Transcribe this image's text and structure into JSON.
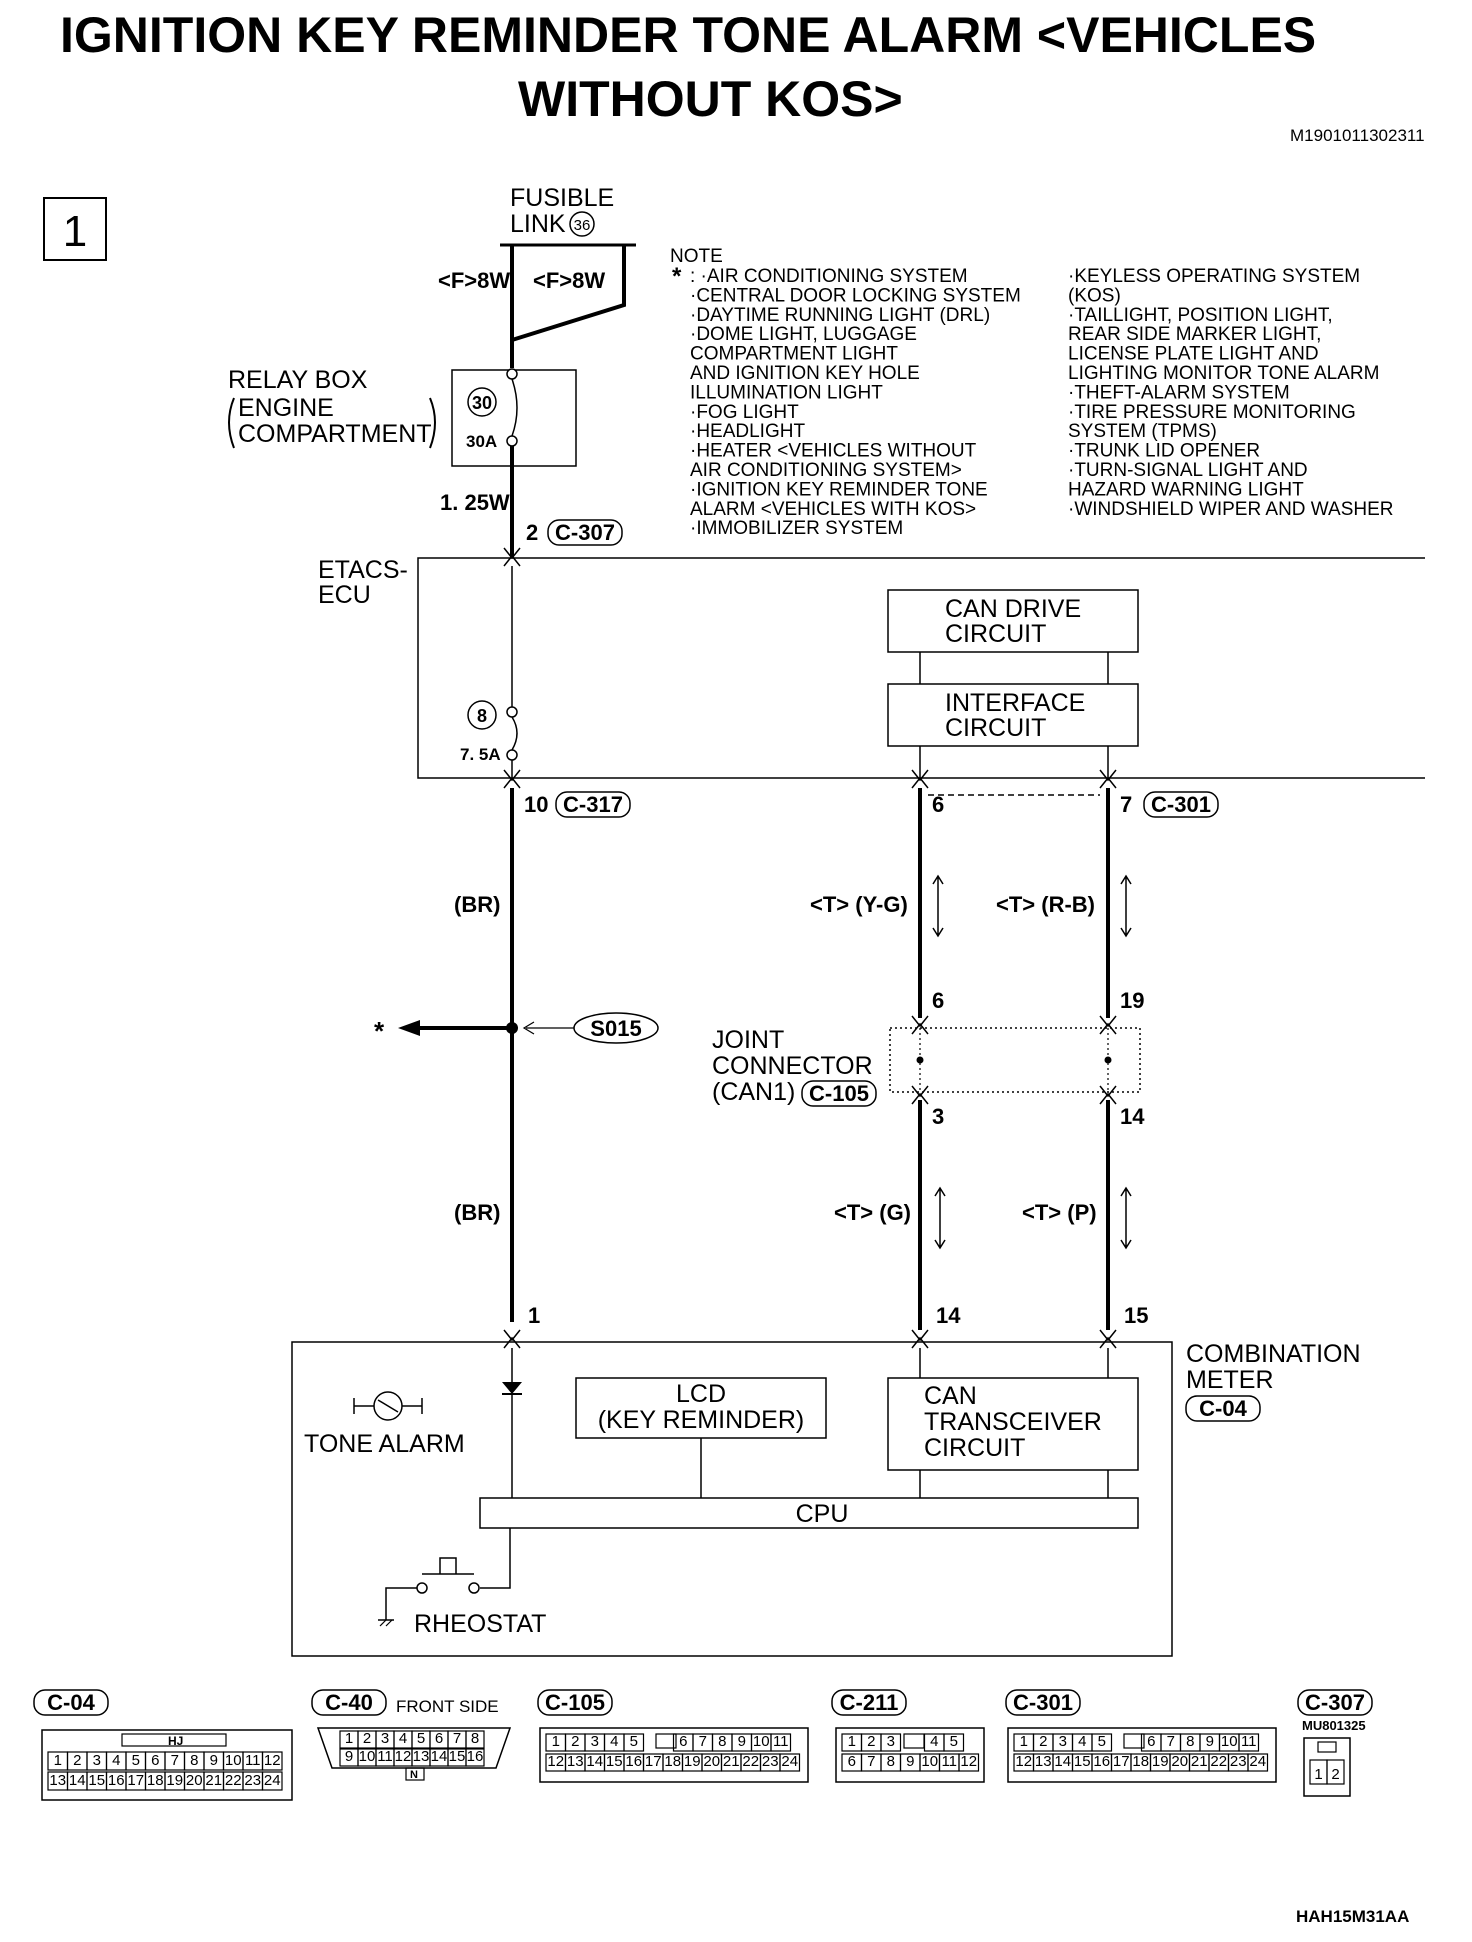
{
  "header": {
    "title_line1": "IGNITION KEY REMINDER TONE ALARM <VEHICLES",
    "title_line2": "WITHOUT KOS>",
    "doc_code": "M1901011302311",
    "page_num": "1",
    "figure_code": "HAH15M31AA"
  },
  "power": {
    "fusible_link_label": "FUSIBLE",
    "fusible_link_label2": "LINK",
    "fusible_link_num": "36",
    "wire_left": "<F>8W",
    "wire_right": "<F>8W",
    "relay_box_line1": "RELAY BOX",
    "relay_box_line2": "ENGINE",
    "relay_box_line3": "COMPARTMENT",
    "fuse30_num": "30",
    "fuse30_amp": "30A",
    "wire_125": "1. 25W",
    "pin_2": "2",
    "conn_c307": "C-307"
  },
  "note": {
    "heading": "NOTE",
    "star": "*",
    "col1": [
      ": ·AIR CONDITIONING SYSTEM",
      "·CENTRAL DOOR LOCKING SYSTEM",
      "·DAYTIME RUNNING LIGHT (DRL)",
      "·DOME LIGHT, LUGGAGE",
      "COMPARTMENT LIGHT",
      "AND IGNITION KEY HOLE",
      "ILLUMINATION LIGHT",
      "·FOG LIGHT",
      "·HEADLIGHT",
      "·HEATER <VEHICLES WITHOUT",
      "AIR CONDITIONING SYSTEM>",
      "·IGNITION KEY REMINDER TONE",
      "ALARM <VEHICLES WITH KOS>",
      "·IMMOBILIZER SYSTEM"
    ],
    "col2": [
      "·KEYLESS OPERATING SYSTEM",
      "(KOS)",
      "·TAILLIGHT, POSITION LIGHT,",
      "REAR SIDE MARKER LIGHT,",
      "LICENSE PLATE LIGHT AND",
      "LIGHTING MONITOR TONE ALARM",
      "·THEFT-ALARM SYSTEM",
      "·TIRE PRESSURE MONITORING",
      "SYSTEM (TPMS)",
      "·TRUNK LID OPENER",
      "·TURN-SIGNAL LIGHT AND",
      "HAZARD WARNING LIGHT",
      "·WINDSHIELD WIPER AND WASHER"
    ]
  },
  "etacs": {
    "label1": "ETACS-",
    "label2": "ECU",
    "can_drive_1": "CAN DRIVE",
    "can_drive_2": "CIRCUIT",
    "interface_1": "INTERFACE",
    "interface_2": "CIRCUIT",
    "fuse8_num": "8",
    "fuse8_amp": "7. 5A",
    "pin_10": "10",
    "conn_c317": "C-317",
    "pin_6": "6",
    "pin_7": "7",
    "conn_c301": "C-301"
  },
  "wires": {
    "br_upper": "(BR)",
    "br_lower": "(BR)",
    "t_yg": "<T> (Y-G)",
    "t_rb": "<T> (R-B)",
    "t_g": "<T> (G)",
    "t_p": "<T> (P)",
    "splice": "S015",
    "star": "*"
  },
  "joint": {
    "line1": "JOINT",
    "line2": "CONNECTOR",
    "line3": "(CAN1)",
    "conn": "C-105",
    "pin_6": "6",
    "pin_19": "19",
    "pin_3": "3",
    "pin_14": "14"
  },
  "meter": {
    "pin_1": "1",
    "pin_14": "14",
    "pin_15": "15",
    "label1": "COMBINATION",
    "label2": "METER",
    "conn": "C-04",
    "tone_alarm": "TONE ALARM",
    "lcd1": "LCD",
    "lcd2": "(KEY REMINDER)",
    "can1": "CAN",
    "can2": "TRANSCEIVER",
    "can3": "CIRCUIT",
    "cpu": "CPU",
    "rheostat": "RHEOSTAT"
  },
  "connectors": {
    "c04": {
      "name": "C-04",
      "row1": [
        "1",
        "2",
        "3",
        "4",
        "5",
        "6",
        "7",
        "8",
        "9",
        "10",
        "11",
        "12"
      ],
      "row2": [
        "13",
        "14",
        "15",
        "16",
        "17",
        "18",
        "19",
        "20",
        "21",
        "22",
        "23",
        "24"
      ],
      "tag": "HJ"
    },
    "c40": {
      "name": "C-40",
      "note": "FRONT SIDE",
      "row1": [
        "1",
        "2",
        "3",
        "4",
        "5",
        "6",
        "7",
        "8"
      ],
      "row2": [
        "9",
        "10",
        "11",
        "12",
        "13",
        "14",
        "15",
        "16"
      ],
      "tag": "N"
    },
    "c105": {
      "name": "C-105",
      "row1": [
        "1",
        "2",
        "3",
        "4",
        "5",
        "6",
        "7",
        "8",
        "9",
        "10",
        "11"
      ],
      "row2": [
        "12",
        "13",
        "14",
        "15",
        "16",
        "17",
        "18",
        "19",
        "20",
        "21",
        "22",
        "23",
        "24"
      ]
    },
    "c211": {
      "name": "C-211",
      "row1": [
        "1",
        "2",
        "3",
        "4",
        "5"
      ],
      "row2": [
        "6",
        "7",
        "8",
        "9",
        "10",
        "11",
        "12"
      ]
    },
    "c301": {
      "name": "C-301",
      "row1": [
        "1",
        "2",
        "3",
        "4",
        "5",
        "6",
        "7",
        "8",
        "9",
        "10",
        "11"
      ],
      "row2": [
        "12",
        "13",
        "14",
        "15",
        "16",
        "17",
        "18",
        "19",
        "20",
        "21",
        "22",
        "23",
        "24"
      ]
    },
    "c307": {
      "name": "C-307",
      "code": "MU801325",
      "row1": [
        "1",
        "2"
      ]
    }
  }
}
